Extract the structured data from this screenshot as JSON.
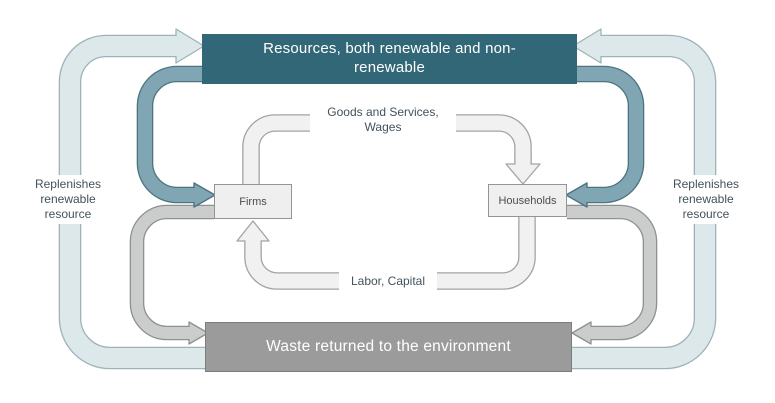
{
  "boxes": {
    "resources": {
      "label": "Resources, both renewable and non-renewable"
    },
    "waste": {
      "label": "Waste returned to the environment"
    },
    "firms": {
      "label": "Firms"
    },
    "households": {
      "label": "Households"
    }
  },
  "flow_labels": {
    "goods_services": "Goods and Services, Wages",
    "labor_capital": "Labor, Capital",
    "replenish_left": "Replenishes renewable resource",
    "replenish_right": "Replenishes renewable resource"
  },
  "arrows": [
    {
      "name": "waste-to-resources-left",
      "from": "Waste returned to the environment",
      "to": "Resources, both renewable and non-renewable",
      "label": "Replenishes renewable resource",
      "color_role": "pale"
    },
    {
      "name": "waste-to-resources-right",
      "from": "Waste returned to the environment",
      "to": "Resources, both renewable and non-renewable",
      "label": "Replenishes renewable resource",
      "color_role": "pale"
    },
    {
      "name": "resources-to-firms",
      "from": "Resources, both renewable and non-renewable",
      "to": "Firms",
      "label": "",
      "color_role": "teal"
    },
    {
      "name": "resources-to-households",
      "from": "Resources, both renewable and non-renewable",
      "to": "Households",
      "label": "",
      "color_role": "teal"
    },
    {
      "name": "firms-to-waste",
      "from": "Firms",
      "to": "Waste returned to the environment",
      "label": "",
      "color_role": "gray"
    },
    {
      "name": "households-to-waste",
      "from": "Households",
      "to": "Waste returned to the environment",
      "label": "",
      "color_role": "gray"
    },
    {
      "name": "firms-to-households",
      "from": "Firms",
      "to": "Households",
      "label": "Goods and Services, Wages",
      "color_role": "inner"
    },
    {
      "name": "households-to-firms",
      "from": "Households",
      "to": "Firms",
      "label": "Labor, Capital",
      "color_role": "inner"
    }
  ],
  "colors": {
    "resources_box_bg": "#326777",
    "waste_box_bg": "#9b9b9b",
    "waste_box_border": "#7d7d7d",
    "node_box_bg": "#efefef",
    "node_box_border": "#949494",
    "node_text": "#4d4d4d",
    "label_text": "#43525c",
    "pale_pipe_fill": "#dde8eb",
    "pale_pipe_border": "#9db3ba",
    "teal_pipe_fill": "#7fa6b2",
    "teal_pipe_border": "#4e7380",
    "gray_pipe_fill": "#cbcdcd",
    "gray_pipe_border": "#8c9191",
    "inner_pipe_fill": "#f1f1f1",
    "inner_pipe_border": "#a3a3a3"
  }
}
